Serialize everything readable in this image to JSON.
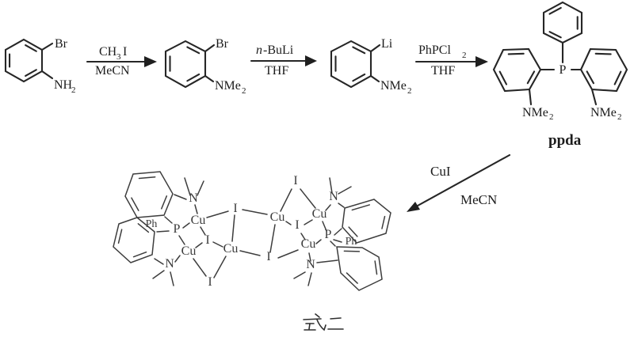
{
  "scheme": {
    "caption": "式二"
  },
  "colors": {
    "ink": "#262626",
    "cluster_ink": "#3d3d3d",
    "background": "#ffffff"
  },
  "structures": {
    "bromoaniline": {
      "substituent_top": "Br",
      "substituent_bottom_main": "NH",
      "substituent_bottom_sub": "2"
    },
    "bromo_dimethylaniline": {
      "substituent_top": "Br",
      "substituent_bottom_main": "NMe",
      "substituent_bottom_sub": "2"
    },
    "lithio_dimethylaniline": {
      "substituent_top": "Li",
      "substituent_bottom_main": "NMe",
      "substituent_bottom_sub": "2"
    },
    "ppda": {
      "label": "ppda",
      "p_atom": "P",
      "nme2_left_main": "NMe",
      "nme2_left_sub": "2",
      "nme2_right_main": "NMe",
      "nme2_right_sub": "2"
    }
  },
  "arrows": {
    "step1": {
      "reagent_main": "CH",
      "reagent_sub": "3",
      "reagent_post": "I",
      "solvent": "MeCN"
    },
    "step2": {
      "reagent_italic": "n",
      "reagent_rest": "-BuLi",
      "solvent": "THF"
    },
    "step3": {
      "reagent_main": "PhPCl",
      "reagent_sub": "2",
      "solvent": "THF"
    },
    "step4": {
      "reagent": "CuI",
      "solvent": "MeCN"
    }
  },
  "cluster": {
    "cu": "Cu",
    "i": "I",
    "p": "P",
    "n": "N",
    "ph": "Ph"
  }
}
